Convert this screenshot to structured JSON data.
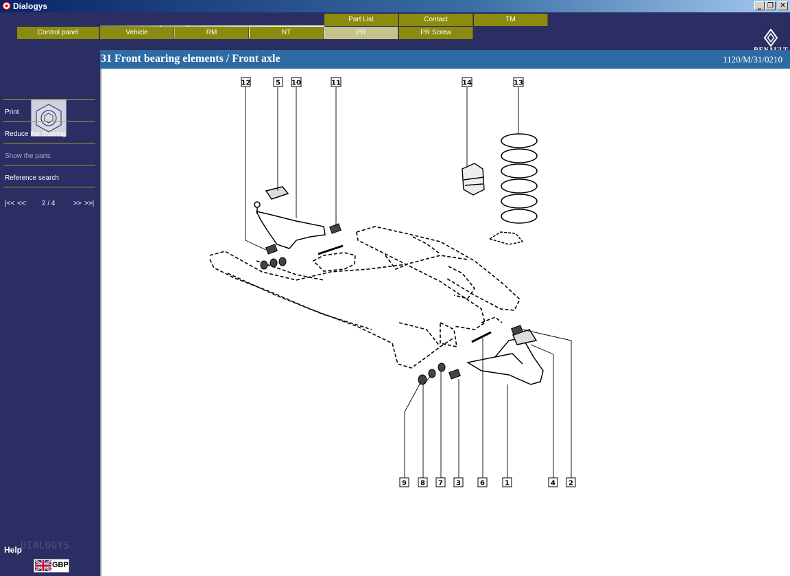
{
  "window": {
    "title": "Dialogys"
  },
  "tabs_top": [
    {
      "label": "Part List"
    },
    {
      "label": "Contact"
    },
    {
      "label": "TM"
    }
  ],
  "tabs_bottom": [
    {
      "label": "Control panel"
    },
    {
      "label": "Vehicle"
    },
    {
      "label": "RM"
    },
    {
      "label": "NT"
    },
    {
      "label": "PR",
      "active": true
    },
    {
      "label": "PR Screw"
    }
  ],
  "logo": {
    "text": "RENAULT"
  },
  "sidebar": {
    "menu": [
      {
        "label": "Print",
        "enabled": true
      },
      {
        "label": "Reduce the drawing",
        "enabled": true
      },
      {
        "label": "Show the parts",
        "enabled": false
      },
      {
        "label": "Reference search",
        "enabled": true
      }
    ],
    "pager": {
      "first": "|<<",
      "prev": "<<:",
      "current": "2 / 4",
      "next": ">>",
      "last": ">>|"
    },
    "help_label": "Help",
    "brand_watermark": "DIALOGYS",
    "currency": "GBP"
  },
  "content": {
    "title": "31 Front bearing elements / Front axle",
    "reference": "1120/M/31/0210"
  },
  "callouts": [
    {
      "label": "12"
    },
    {
      "label": "5"
    },
    {
      "label": "10"
    },
    {
      "label": "11"
    },
    {
      "label": "14"
    },
    {
      "label": "13"
    },
    {
      "label": "9"
    },
    {
      "label": "8"
    },
    {
      "label": "7"
    },
    {
      "label": "3"
    },
    {
      "label": "6"
    },
    {
      "label": "1"
    },
    {
      "label": "4"
    },
    {
      "label": "2"
    }
  ],
  "colors": {
    "nav_background": "#2b2e63",
    "tab": "#8b8b10",
    "tab_active": "#c3c38a",
    "content_header": "#2e6ba3"
  }
}
